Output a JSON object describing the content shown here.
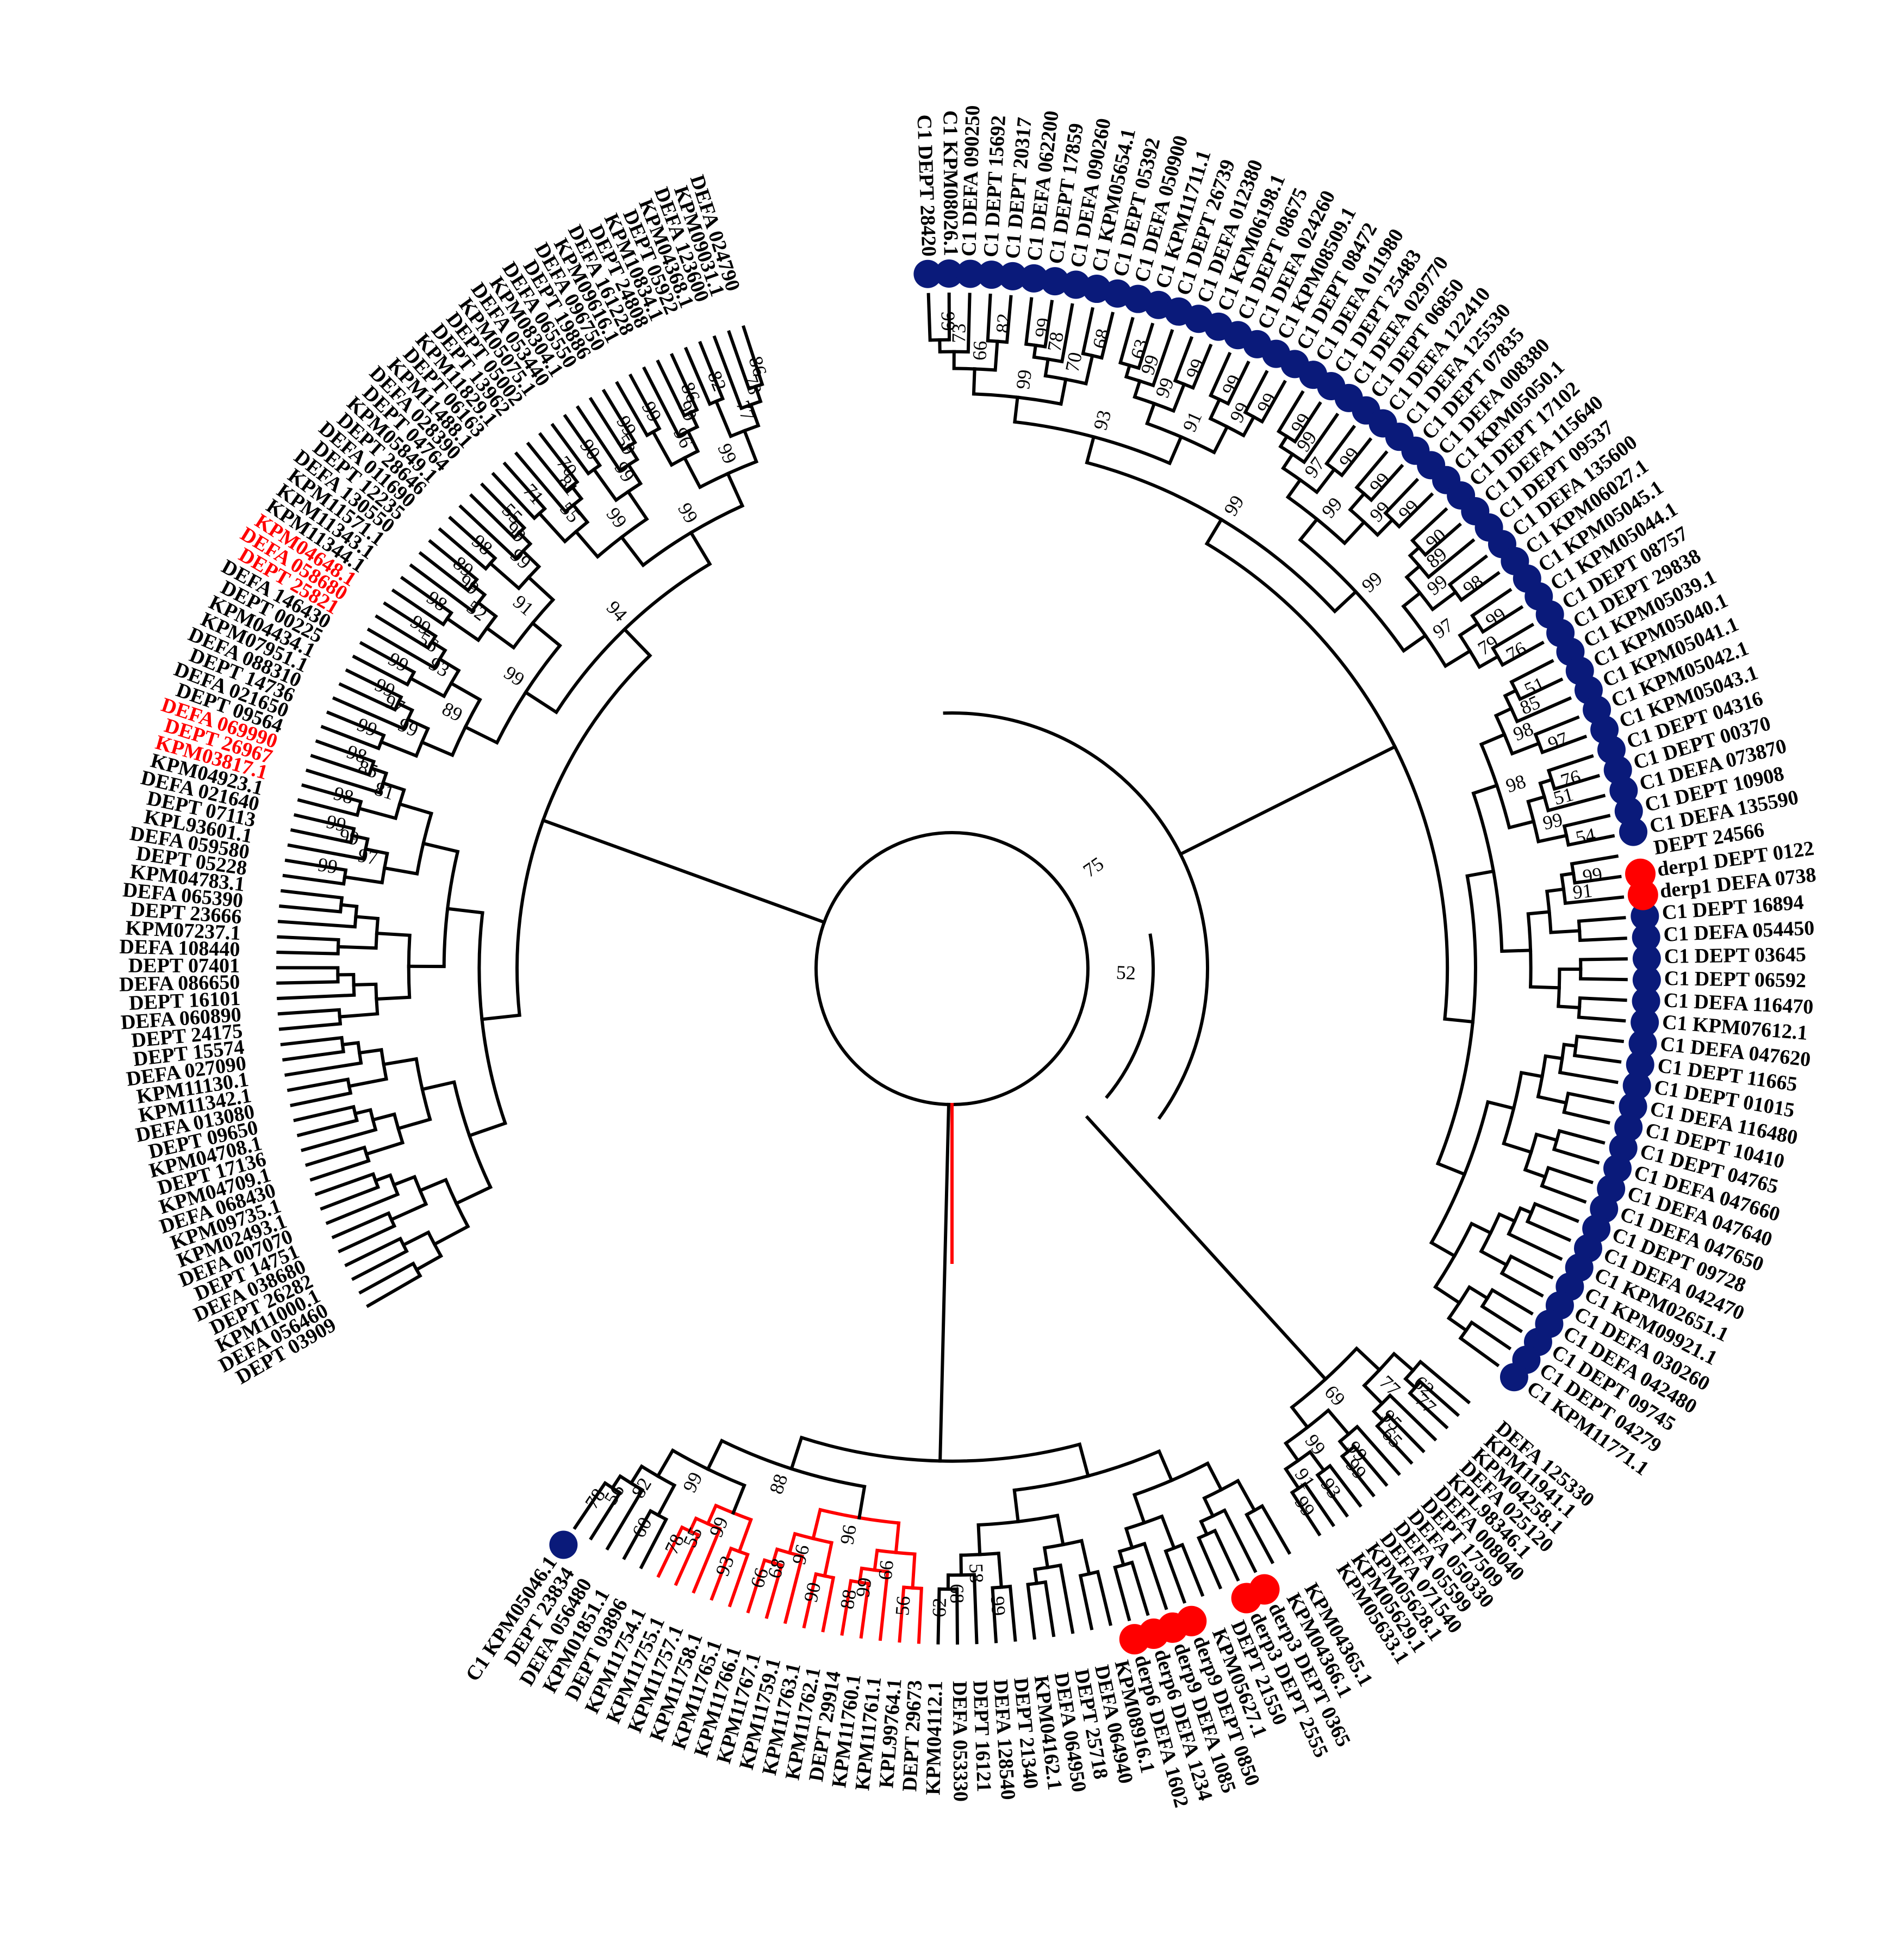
{
  "colors": {
    "branch": "#000000",
    "highlight": "#ff0000",
    "c1_marker": "#0a1a7a",
    "derp_marker": "#ff0000"
  },
  "center_bootstrap": [
    "75",
    "52"
  ],
  "upper_left": {
    "leaves": [
      "DEFA 024790",
      "KPM09031.1",
      "DEFA 123600",
      "KPM04368.1",
      "DEPT 05922",
      "KPM10834.1",
      "DEPT 24808",
      "DEFA 161228",
      "KPM09616.1",
      "DEFA 096750",
      "DEPT 19886",
      "DEFA 065550",
      "KPM08304.1",
      "DEFA 053440",
      "KPM05075.1",
      "DEPT 05002",
      "DEPT 13962",
      "KPM11829.1",
      "DEPT 06163",
      "KPM11488.1",
      "DEFA 028390",
      "DEPT 04764",
      "KPM05849.1",
      "DEPT 28646",
      "DEFA 011690",
      "DEPT 12235",
      "DEFA 130550",
      "KPM11571.1",
      "KPM11343.1",
      "KPM11344.1",
      "KPM04648.1",
      "DEFA 058680",
      "DEPT 25821",
      "DEFA 146430",
      "DEPT 00225",
      "KPM04434.1",
      "KPM07951.1",
      "DEFA 088310",
      "DEPT 14736",
      "DEFA 021650",
      "DEPT 09564",
      "DEFA 069990",
      "DEPT 26967",
      "KPM03817.1",
      "KPM04923.1",
      "DEFA 021640",
      "DEPT 07113",
      "KPL93601.1",
      "DEFA 059580",
      "DEPT 05228",
      "KPM04783.1",
      "DEFA 065390",
      "DEPT 23666",
      "KPM07237.1",
      "DEFA 108440",
      "DEPT 07401",
      "DEFA 086650",
      "DEPT 16101",
      "DEFA 060890",
      "DEPT 24175",
      "DEPT 15574",
      "DEFA 027090",
      "KPM11130.1",
      "KPM11342.1",
      "DEFA 013080",
      "DEPT 09650",
      "KPM04708.1",
      "DEPT 17136",
      "KPM04709.1",
      "DEFA 068430",
      "KPM09735.1",
      "KPM02493.1",
      "DEFA 007070",
      "DEPT 14751",
      "DEFA 038680",
      "DEPT 26282",
      "KPM11000.1",
      "DEFA 056460",
      "DEPT 03909"
    ],
    "red_leaves": [
      "KPM04648.1",
      "DEFA 058680",
      "DEPT 25821",
      "DEFA 069990",
      "DEPT 26967",
      "KPM03817.1"
    ],
    "bootstrap": [
      "86",
      "78",
      "82",
      "77",
      "86",
      "99",
      "99",
      "96",
      "99",
      "99",
      "59",
      "90",
      "99",
      "70",
      "81",
      "71",
      "55",
      "99",
      "99",
      "55",
      "99",
      "98",
      "99",
      "89",
      "99",
      "98",
      "52",
      "91",
      "99",
      "56",
      "99",
      "93",
      "99",
      "97",
      "99",
      "99",
      "89",
      "99",
      "94",
      "98",
      "85",
      "98",
      "81",
      "99",
      "99",
      "99",
      "97"
    ]
  },
  "bottom": {
    "leaves": [
      "C1 KPM05046.1",
      "DEPT 23834",
      "DEFA 056480",
      "KPM01851.1",
      "DEPT 03896",
      "KPM11754.1",
      "KPM11755.1",
      "KPM11757.1",
      "KPM11758.1",
      "KPM11765.1",
      "KPM11766.1",
      "KPM11767.1",
      "KPM11759.1",
      "KPM11763.1",
      "KPM11762.1",
      "DEPT 29914",
      "KPM11760.1",
      "KPM11761.1",
      "KPL99764.1",
      "DEPT 29673",
      "KPM04112.1",
      "DEFA 053330",
      "DEPT 16121",
      "DEFA 128540",
      "DEPT 21340",
      "KPM04162.1",
      "DEFA 064950",
      "DEPT 25718",
      "DEFA 064940",
      "KPM08916.1",
      "derp6 DEFA 1602",
      "derp6 DEFA 1234",
      "derp9 DEFA 1085",
      "derp9 DEPT 0850",
      "KPM05627.1",
      "DEPT 21550",
      "derp3 DEPT 2555",
      "derp3 DEPT 0365",
      "KPM04366.1",
      "KPM04365.1"
    ],
    "bootstrap": [
      "78",
      "56",
      "60",
      "82",
      "78",
      "55",
      "93",
      "99",
      "99",
      "66",
      "68",
      "90",
      "96",
      "88",
      "99",
      "56",
      "66",
      "96",
      "88",
      "62",
      "68",
      "99",
      "58"
    ]
  },
  "lower_right": {
    "leaves": [
      "KPM05633.1",
      "KPM05629.1",
      "KPM05628.1",
      "DEFA 071540",
      "DEFA 05599",
      "DEFA 050330",
      "DEPT 17509",
      "DEFA 008040",
      "KPL98346.1",
      "DEFA 025120",
      "KPM04258.1",
      "KPM11941.1",
      "DEFA 125330"
    ],
    "bootstrap": [
      "99",
      "93",
      "91",
      "99",
      "99",
      "99",
      "65",
      "95",
      "77",
      "62",
      "77",
      "69",
      "91",
      "99"
    ]
  },
  "right_c1": {
    "leaves": [
      "C1 DEPT 28420",
      "C1 KPM08026.1",
      "C1 DEFA 090250",
      "C1 DEPT 15692",
      "C1 DEPT 20317",
      "C1 DEFA 062200",
      "C1 DEPT 17859",
      "C1 DEFA 090260",
      "C1 KPM05654.1",
      "C1 DEPT 05392",
      "C1 DEFA 050900",
      "C1 KPM11711.1",
      "C1 DEPT 26739",
      "C1 DEFA 012380",
      "C1 KPM06198.1",
      "C1 DEPT 08675",
      "C1 DEFA 024260",
      "C1 KPM08509.1",
      "C1 DEPT 08472",
      "C1 DEFA 011980",
      "C1 DEPT 25483",
      "C1 DEFA 029770",
      "C1 DEPT 06850",
      "C1 DEFA 122410",
      "C1 DEFA 125530",
      "C1 DEPT 07835",
      "C1 DEFA 008380",
      "C1 KPM05050.1",
      "C1 DEPT 17102",
      "C1 DEFA 115640",
      "C1 DEPT 09537",
      "C1 DEFA 135600",
      "C1 KPM06027.1",
      "C1 KPM05045.1",
      "C1 KPM05044.1",
      "C1 DEPT 08757",
      "C1 DEPT 29838",
      "C1 KPM05039.1",
      "C1 KPM05040.1",
      "C1 KPM05041.1",
      "C1 KPM05042.1",
      "C1 KPM05043.1",
      "C1 DEPT 04316",
      "C1 DEPT 00370",
      "C1 DEFA 073870",
      "C1 DEPT 10908",
      "C1 DEFA 135590",
      "DEPT 24566",
      "derp1 DEPT 0122",
      "derp1 DEFA 0738",
      "C1 DEPT 16894",
      "C1 DEFA 054450",
      "C1 DEPT 03645",
      "C1 DEPT 06592",
      "C1 DEFA 116470",
      "C1 KPM07612.1",
      "C1 DEFA 047620",
      "C1 DEPT 11665",
      "C1 DEPT 01015",
      "C1 DEFA 116480",
      "C1 DEPT 10410",
      "C1 DEPT 04765",
      "C1 DEFA 047660",
      "C1 DEFA 047640",
      "C1 DEFA 047650",
      "C1 DEPT 09728",
      "C1 DEFA 042470",
      "C1 KPM02651.1",
      "C1 KPM09921.1",
      "C1 DEFA 030260",
      "C1 DEFA 042480",
      "C1 DEPT 09745",
      "C1 DEPT 04279",
      "C1 KPM11771.1"
    ],
    "bootstrap": [
      "99",
      "73",
      "82",
      "66",
      "99",
      "78",
      "68",
      "70",
      "99",
      "63",
      "99",
      "99",
      "99",
      "99",
      "99",
      "99",
      "91",
      "93",
      "99",
      "99",
      "99",
      "97",
      "99",
      "99",
      "99",
      "99",
      "90",
      "89",
      "98",
      "99",
      "99",
      "76",
      "79",
      "97",
      "99",
      "99",
      "51",
      "85",
      "97",
      "98",
      "76",
      "51",
      "54",
      "99",
      "98",
      "99",
      "91"
    ]
  }
}
